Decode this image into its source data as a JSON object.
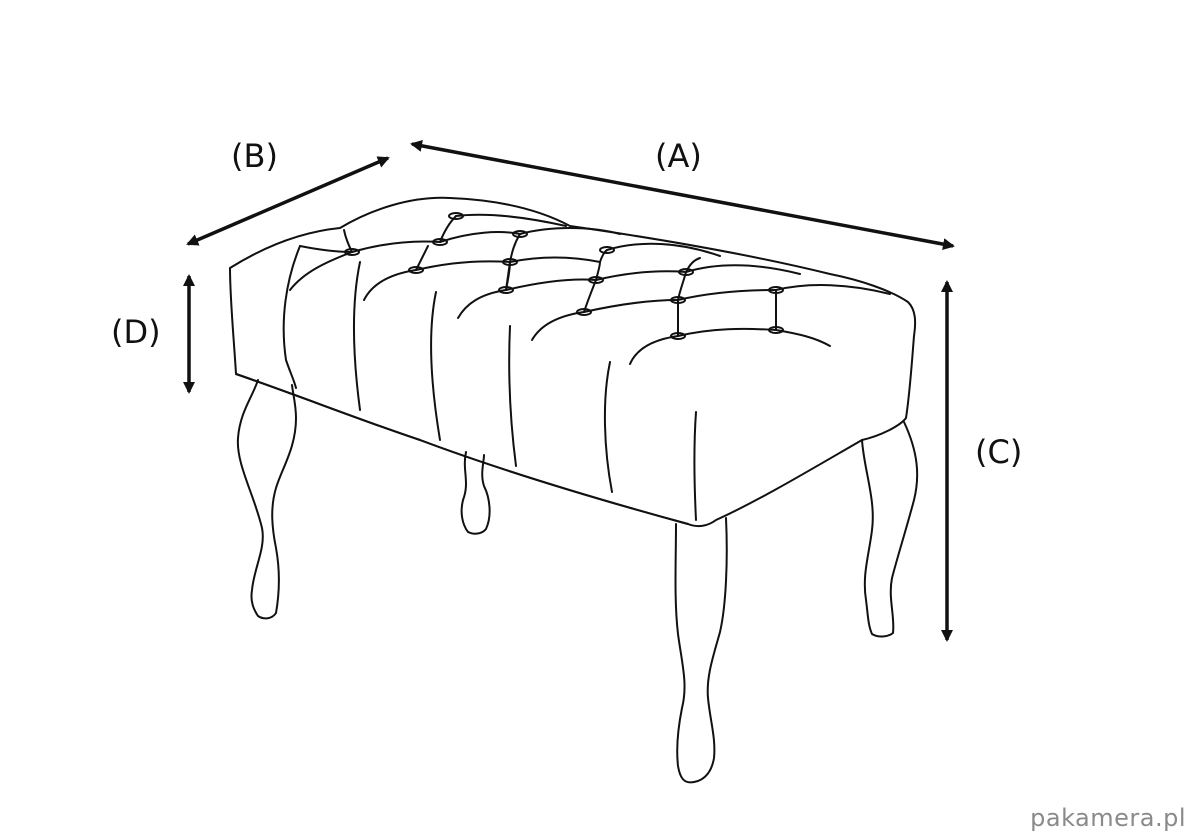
{
  "labels": {
    "a": "(A)",
    "b": "(B)",
    "c": "(C)",
    "d": "(D)"
  },
  "watermark": "pakamera.pl",
  "colors": {
    "line": "#111111",
    "background": "#ffffff",
    "watermark": "#8a8a8a"
  }
}
